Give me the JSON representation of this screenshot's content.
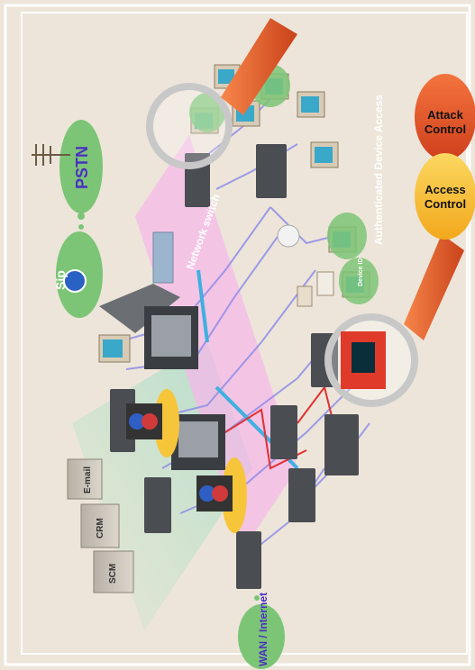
{
  "labels": {
    "pstn": "PSTN",
    "sip": "Sip",
    "network_switch": "Network switch",
    "wan_internet": "WAN / Internet",
    "email": "E-mail",
    "crm": "CRM",
    "scm": "SCM",
    "authenticated_device_access": "Authenticated Device Access",
    "device_id": "Device ID",
    "attack_control": "Attack Control",
    "access_control": "Access Control"
  },
  "colors": {
    "background": "#ede5da",
    "cloud_green": "#7cc576",
    "switch_band": "#f6b8e8",
    "attack_red": "#e2542a",
    "access_yellow": "#f7c53a",
    "pstn_text": "#4a2fc2"
  }
}
